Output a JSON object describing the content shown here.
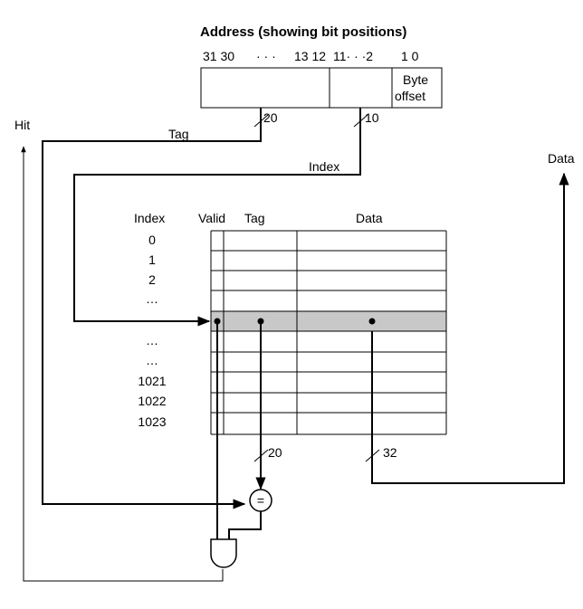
{
  "diagram": {
    "title": "Address (showing bit positions)",
    "bit_positions": {
      "left_group": "31 30",
      "left_dots": "· · ·",
      "left_end": "13 12",
      "mid_group": "11· · ·2",
      "right_group": "1 0"
    },
    "byte_offset": [
      "Byte",
      "offset"
    ],
    "labels": {
      "hit": "Hit",
      "data_out": "Data",
      "tag_wire": "Tag",
      "index_wire": "Index",
      "compare": "="
    },
    "widths": {
      "tag_bits": "20",
      "index_bits": "10",
      "tag_to_compare": "20",
      "data_bits": "32"
    },
    "table": {
      "headers": {
        "index": "Index",
        "valid": "Valid",
        "tag": "Tag",
        "data": "Data"
      },
      "row_labels": [
        "0",
        "1",
        "2",
        "…",
        "",
        "…",
        "…",
        "1021",
        "1022",
        "1023"
      ]
    },
    "colors": {
      "selected_row": "#c8c8c8",
      "line": "#000000"
    }
  }
}
